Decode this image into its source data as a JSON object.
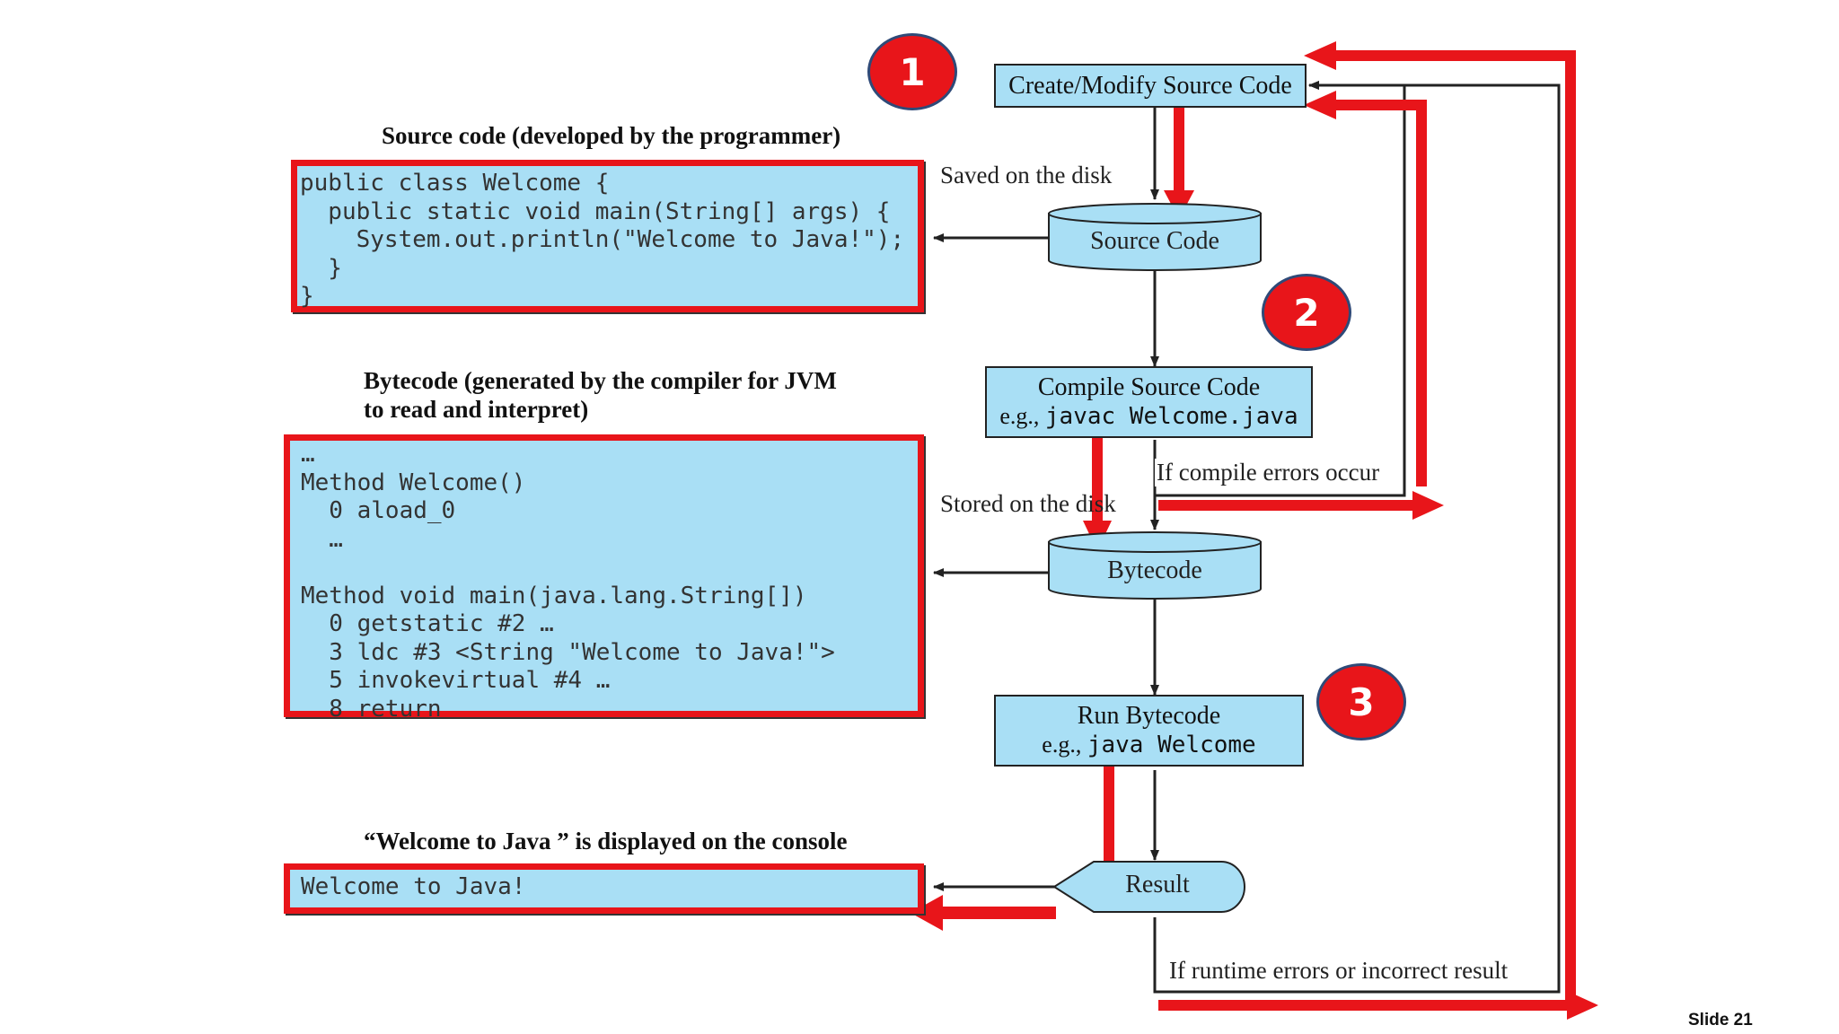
{
  "flow": {
    "create": "Create/Modify Source Code",
    "saved": "Saved on the disk",
    "source_code": "Source Code",
    "compile_title": "Compile Source Code",
    "compile_eg": "e.g., ",
    "compile_cmd": "javac Welcome.java",
    "compile_errors": "If compile errors occur",
    "stored": "Stored on the disk",
    "bytecode": "Bytecode",
    "run_title": "Run Bytecode",
    "run_eg": "e.g., ",
    "run_cmd": "java Welcome",
    "result": "Result",
    "runtime_errors": "If runtime errors or incorrect result"
  },
  "captions": {
    "source": "Source code (developed by the programmer)",
    "bytecode_line1": "Bytecode (generated by the compiler for JVM",
    "bytecode_line2": "to read and interpret)",
    "console": "“Welcome to Java ” is displayed on the console"
  },
  "panels": {
    "source_code": "public class Welcome {\n  public static void main(String[] args) {\n    System.out.println(\"Welcome to Java!\");\n  }\n}",
    "bytecode": "…\nMethod Welcome()\n  0 aload_0\n  …\n\nMethod void main(java.lang.String[])\n  0 getstatic #2 …\n  3 ldc #3 <String \"Welcome to Java!\">\n  5 invokevirtual #4 …\n  8 return",
    "console": "Welcome to Java!"
  },
  "badges": [
    "1",
    "2",
    "3"
  ],
  "slide": "Slide 21",
  "colors": {
    "box_fill": "#a9dff5",
    "highlight_red": "#e8151a",
    "badge_border": "#2f4a78"
  }
}
